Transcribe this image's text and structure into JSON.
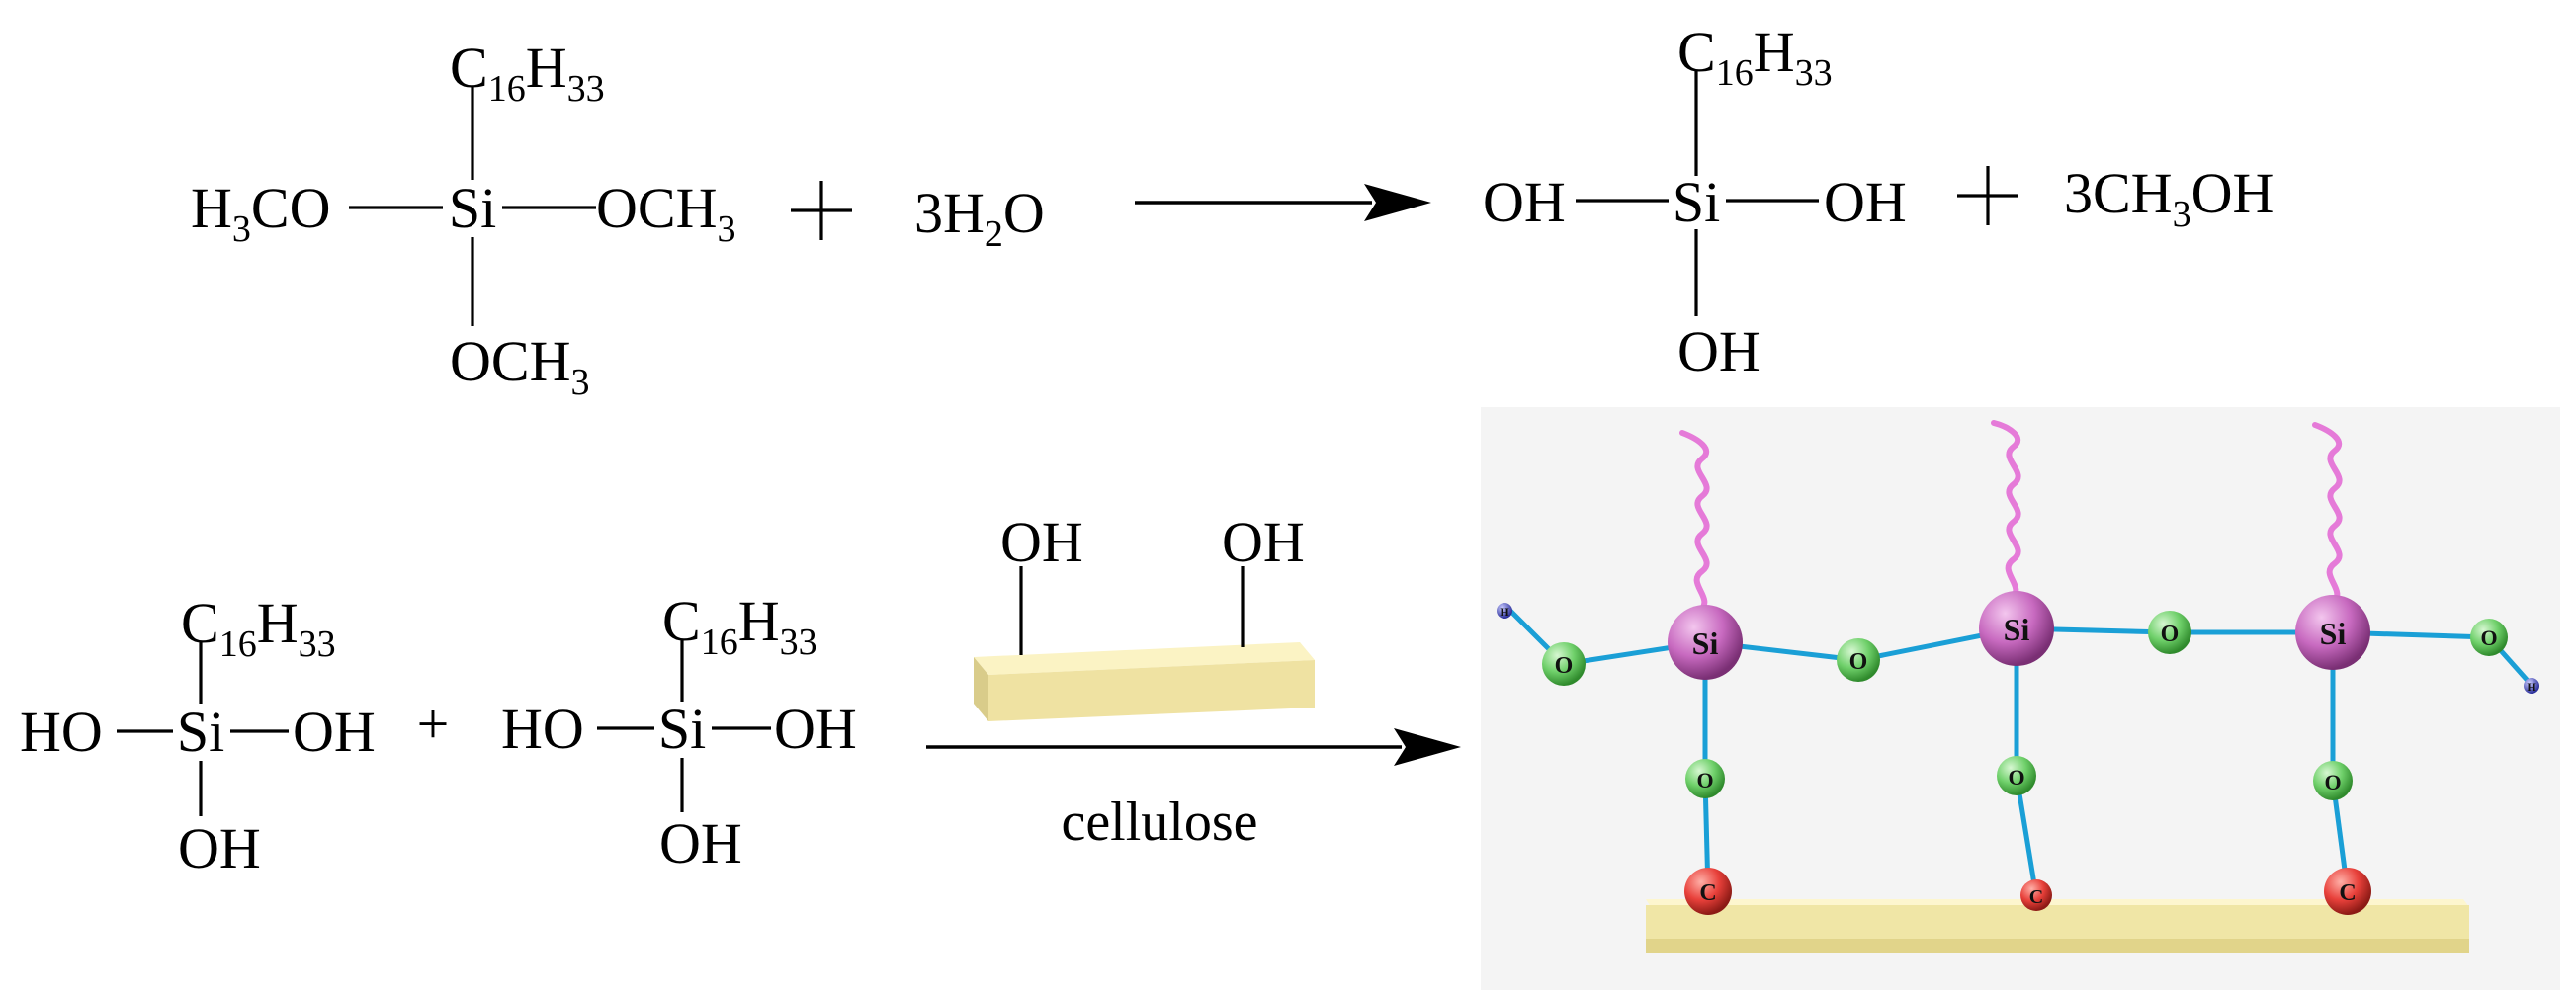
{
  "reaction1": {
    "reactant": {
      "top_group": {
        "C": "C",
        "c_sub": "16",
        "H": "H",
        "h_sub": "33"
      },
      "left_group": {
        "pre": "H",
        "sub": "3",
        "post": "CO"
      },
      "center": "Si",
      "right_group": {
        "pre": "OCH",
        "sub": "3"
      },
      "bottom_group": {
        "pre": "OCH",
        "sub": "3"
      }
    },
    "plus_1": "+",
    "water": {
      "coef": "3H",
      "sub": "2",
      "post": "O"
    },
    "product": {
      "top_group": {
        "C": "C",
        "c_sub": "16",
        "H": "H",
        "h_sub": "33"
      },
      "left_group": "OH",
      "center": "Si",
      "right_group": "OH",
      "bottom_group": "OH"
    },
    "plus_2": "+",
    "byproduct": {
      "pre": "3CH",
      "sub": "3",
      "post": "OH"
    }
  },
  "reaction2": {
    "silanol_1": {
      "top_group": {
        "C": "C",
        "c_sub": "16",
        "H": "H",
        "h_sub": "33"
      },
      "left_group": "HO",
      "center": "Si",
      "right_group": "OH",
      "bottom_group": "OH"
    },
    "plus": "+",
    "silanol_2": {
      "top_group": {
        "C": "C",
        "c_sub": "16",
        "H": "H",
        "h_sub": "33"
      },
      "left_group": "HO",
      "center": "Si",
      "right_group": "OH",
      "bottom_group": "OH"
    },
    "cellulose_hydroxyls": [
      "OH",
      "OH"
    ],
    "arrow_label": "cellulose"
  },
  "model": {
    "si_label": "Si",
    "o_label": "O",
    "c_label": "C",
    "h_label": "H",
    "colors": {
      "si": "#c86ac0",
      "o": "#6fd06a",
      "c": "#e8403a",
      "h": "#5a5fd0",
      "link": "#1a9fd6",
      "chain": "#e57ad8",
      "cellulose": "#f2e6a8",
      "panel": "#f4f4f4"
    }
  }
}
